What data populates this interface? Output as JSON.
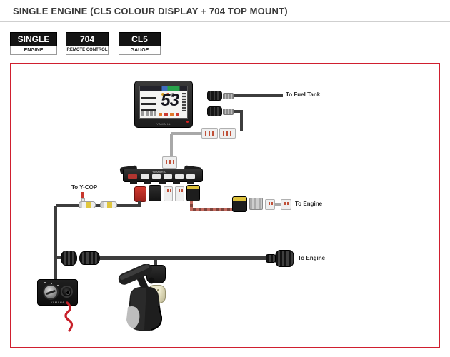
{
  "page": {
    "title": "SINGLE ENGINE (CL5 COLOUR DISPLAY + 704 TOP MOUNT)"
  },
  "badges": [
    {
      "value": "SINGLE",
      "label": "ENGINE"
    },
    {
      "value": "704",
      "label": "REMOTE CONTROL"
    },
    {
      "value": "CL5",
      "label": "GAUGE"
    }
  ],
  "diagram": {
    "display": {
      "speed": "53"
    },
    "brand": "YAMAHA",
    "labels": {
      "fuel": "To Fuel Tank",
      "engine_signal": "To Engine",
      "engine_control": "To Engine",
      "ycop": "To Y-COP"
    },
    "colors": {
      "frame_red": "#d01f2f",
      "cable_dark": "#3d3d3d",
      "cable_gray": "#a8a8a8",
      "connector_red": "#b23530",
      "connector_beige": "#d6d1af",
      "accent_yellow": "#dec23c"
    }
  }
}
